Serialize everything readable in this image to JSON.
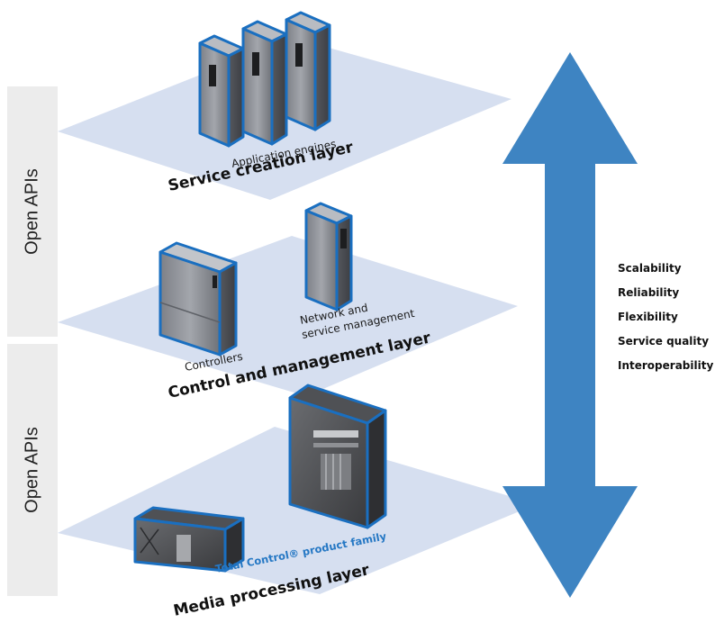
{
  "layers": [
    {
      "label": "Service creation layer",
      "equipment_label": "Application engines"
    },
    {
      "label": "Control and management layer",
      "equipment_labels": [
        "Controllers",
        "Network and",
        "service management"
      ]
    },
    {
      "label": "Media processing layer",
      "equipment_label": "Total Control® product family"
    }
  ],
  "open_apis": [
    "Open APIs",
    "Open APIs"
  ],
  "benefits": [
    "Scalability",
    "Reliability",
    "Flexibility",
    "Service quality",
    "Interoperability"
  ],
  "colors": {
    "plane": "#d6dff0",
    "arrow": "#3e84c2",
    "server_outline": "#1a6fc0",
    "server_body": "#8c8f95",
    "product_label": "#2678c4"
  },
  "icons": [
    "server-icon",
    "controller-cabinet-icon",
    "chassis-icon",
    "double-arrow-icon"
  ]
}
